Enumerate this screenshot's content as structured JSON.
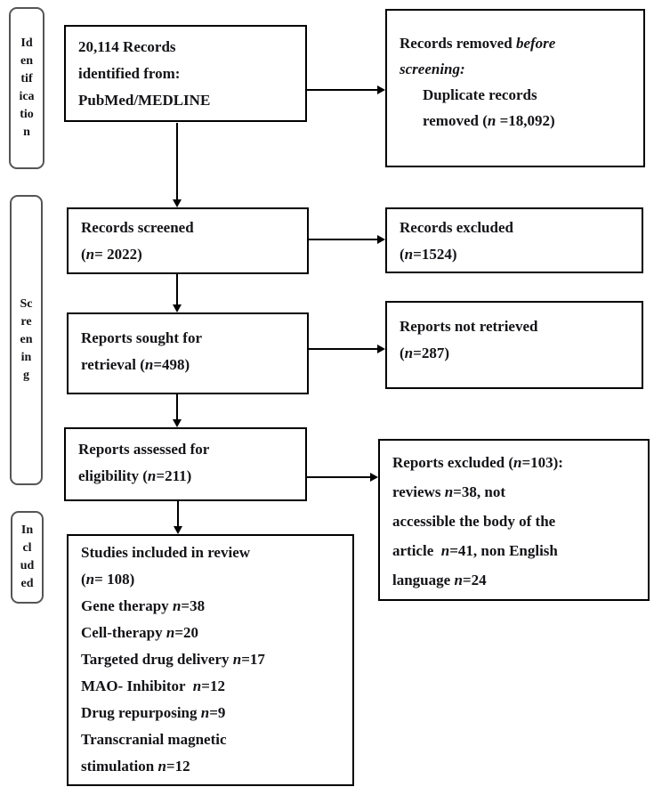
{
  "palette": {
    "background": "#ffffff",
    "box_border": "#000000",
    "stage_border": "#555555",
    "text": "#141418",
    "arrow": "#000000"
  },
  "n_symbol": "n",
  "stages": {
    "identification": {
      "lines": [
        "Id",
        "en",
        "tif",
        "ica",
        "tio",
        "n"
      ]
    },
    "screening": {
      "lines": [
        "Sc",
        "re",
        "en",
        "in",
        "g"
      ]
    },
    "included": {
      "lines": [
        "In",
        "cl",
        "ud",
        "ed"
      ]
    }
  },
  "boxes": {
    "records_identified": {
      "lines": [
        "20,114 Records",
        "identified from:",
        "PubMed/MEDLINE"
      ]
    },
    "records_removed": {
      "l1_plain": "Records removed ",
      "l1_italic": "before",
      "l2_italic": "screening:",
      "l3": "Duplicate records",
      "l4_pre": "removed (",
      "l4_post": " =18,092)"
    },
    "records_screened": {
      "l1": "Records screened",
      "l2_pre": "(",
      "l2_post": "= 2022)"
    },
    "records_excluded": {
      "l1": "Records excluded",
      "l2_pre": "(",
      "l2_post": "=1524)"
    },
    "reports_sought": {
      "l1": "Reports sought for",
      "l2_pre": "retrieval (",
      "l2_post": "=498)"
    },
    "reports_not_retrieved": {
      "l1": "Reports not retrieved",
      "l2_pre": "(",
      "l2_post": "=287)"
    },
    "reports_assessed": {
      "l1": "Reports assessed for",
      "l2_pre": "eligibility (",
      "l2_post": "=211)"
    },
    "reports_excluded": {
      "l1_pre": "Reports excluded (",
      "l1_post": "=103):",
      "l2_pre": "reviews ",
      "l2_post": "=38, not",
      "l3": "accessible the body of the",
      "l4_pre": "article  ",
      "l4_post": "=41, non English",
      "l5_pre": "language ",
      "l5_post": "=24"
    },
    "studies_included": {
      "l1": "Studies included in review",
      "l2_pre": "(",
      "l2_post": "= 108)",
      "l3_pre": "Gene therapy ",
      "l3_post": "=38",
      "l4_pre": "Cell-therapy ",
      "l4_post": "=20",
      "l5_pre": "Targeted drug delivery ",
      "l5_post": "=17",
      "l6_pre": "MAO- Inhibitor  ",
      "l6_post": "=12",
      "l7_pre": "Drug repurposing ",
      "l7_post": "=9",
      "l8": "Transcranial magnetic",
      "l9_pre": "stimulation ",
      "l9_post": "=12"
    }
  }
}
